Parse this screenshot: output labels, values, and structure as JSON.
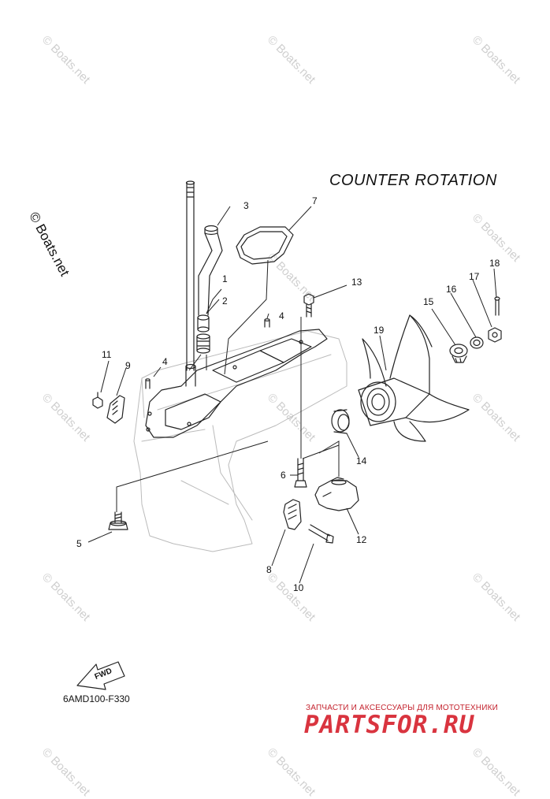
{
  "title": "COUNTER ROTATION",
  "copyright": "© Boats.net",
  "watermark_text": "© Boats.net",
  "diagram_code": "6AMD100-F330",
  "fwd_label": "FWD",
  "brand": {
    "tagline": "ЗАПЧАСТИ И АКСЕССУАРЫ ДЛЯ МОТОТЕХНИКИ",
    "name": "PARTSFOR.RU",
    "color": "#d9343f"
  },
  "callouts": {
    "n1": "1",
    "n2": "2",
    "n3": "3",
    "n4a": "4",
    "n4b": "4",
    "n5": "5",
    "n6": "6",
    "n7": "7",
    "n8": "8",
    "n9": "9",
    "n10": "10",
    "n11": "11",
    "n12": "12",
    "n13": "13",
    "n14": "14",
    "n15": "15",
    "n16": "16",
    "n17": "17",
    "n18": "18",
    "n19": "19"
  }
}
